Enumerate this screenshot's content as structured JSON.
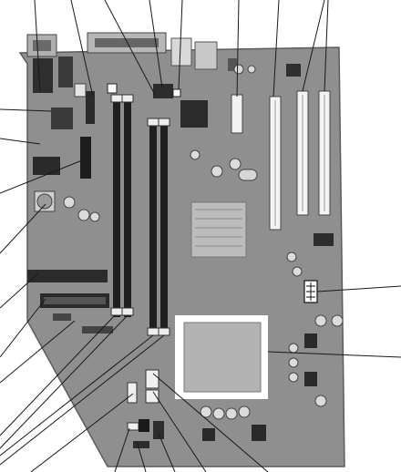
{
  "figure": {
    "type": "motherboard-component-diagram",
    "colors": {
      "board": "#8f8f8f",
      "board_edge": "#5c5c5c",
      "slot_white": "#f4f4f4",
      "slot_black": "#1f1f1f",
      "chip_dark": "#3a3a3a",
      "heatsink": "#bcbcbc",
      "socket_frame": "#ffffff",
      "socket_fill": "#b3b3b3",
      "leader_line": "#1a1a1a"
    },
    "leader_line_count_top": 9,
    "leader_line_count_left": 7,
    "leader_line_count_bottom": 10,
    "leader_line_count_right": 2
  }
}
